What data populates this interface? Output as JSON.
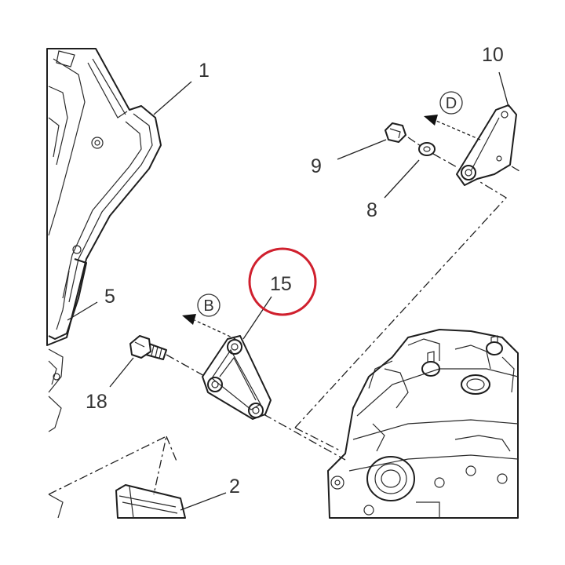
{
  "callouts": {
    "c1": "1",
    "c2": "2",
    "c5": "5",
    "c8": "8",
    "c9": "9",
    "c10": "10",
    "c15": "15",
    "c18": "18"
  },
  "views": {
    "b": "B",
    "d": "D"
  },
  "colors": {
    "highlight_ring": "#d0202e",
    "line": "#1e1e1e"
  }
}
